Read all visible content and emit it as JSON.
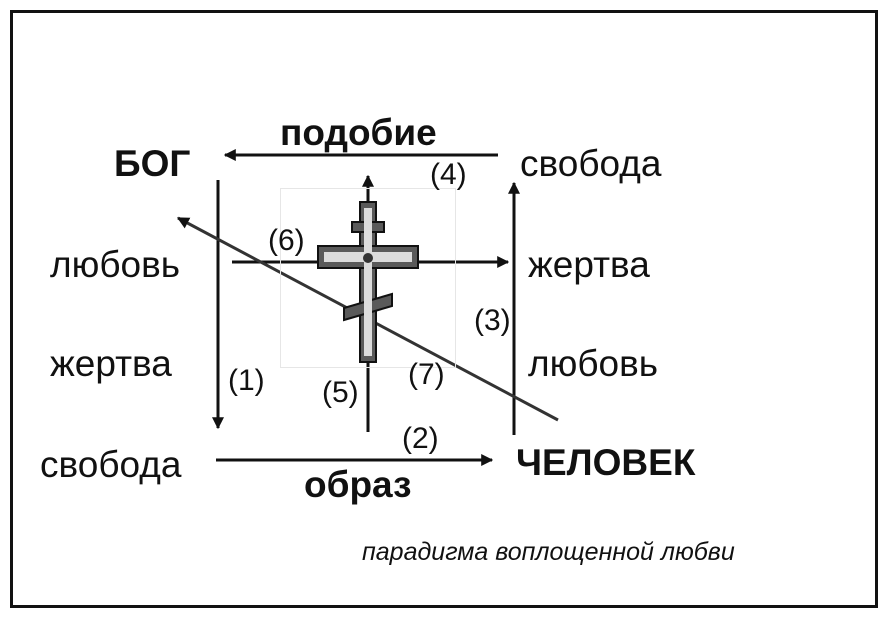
{
  "nodes": {
    "god": "БОГ",
    "man": "ЧЕЛОВЕК"
  },
  "edges": {
    "top": "подобие",
    "bottom": "образ"
  },
  "words": {
    "freedom_top_right": "свобода",
    "sacrifice_right": "жертва",
    "love_right": "любовь",
    "love_left": "любовь",
    "sacrifice_left": "жертва",
    "freedom_bottom_left": "свобода"
  },
  "numbers": {
    "n1": "(1)",
    "n2": "(2)",
    "n3": "(3)",
    "n4": "(4)",
    "n5": "(5)",
    "n6": "(6)",
    "n7": "(7)"
  },
  "caption": "парадигма воплощенной любви",
  "colors": {
    "ink": "#111111",
    "cross_fill": "#5a5a5a",
    "cross_inner": "#dcdcdc"
  }
}
